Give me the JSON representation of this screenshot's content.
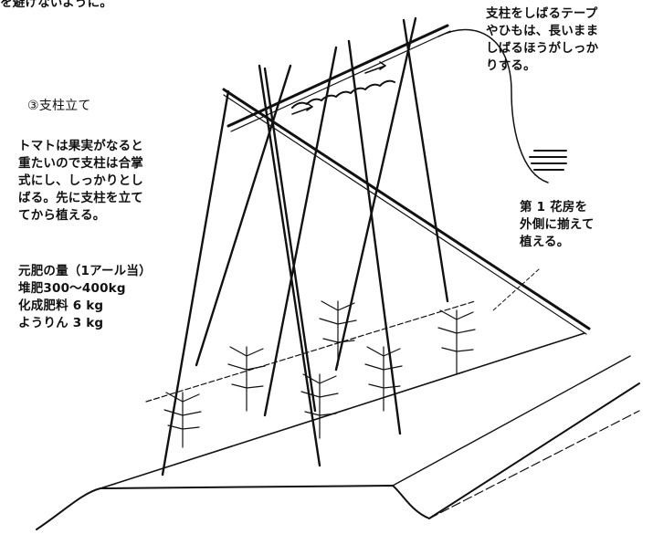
{
  "top_fragment": "を避けないように。",
  "tape_note": "支柱をしばるテープ\nやひもは、長いまま\nしばるほうがしっか\nりする。",
  "step_title": "③支柱立て",
  "step_body": "トマトは果実がなると\n重たいので支柱は合掌\n式にし、しっかりとし\nばる。先に支柱を立て\nてから植える。",
  "fertilizer": "元肥の量（1アール当）\n堆肥300〜400kg\n化成肥料 6 kg\nようりん 3 kg",
  "flower_note": "第 1 花房を\n外側に揃えて\n植える。",
  "colors": {
    "ink": "#111111",
    "paper": "#ffffff"
  }
}
